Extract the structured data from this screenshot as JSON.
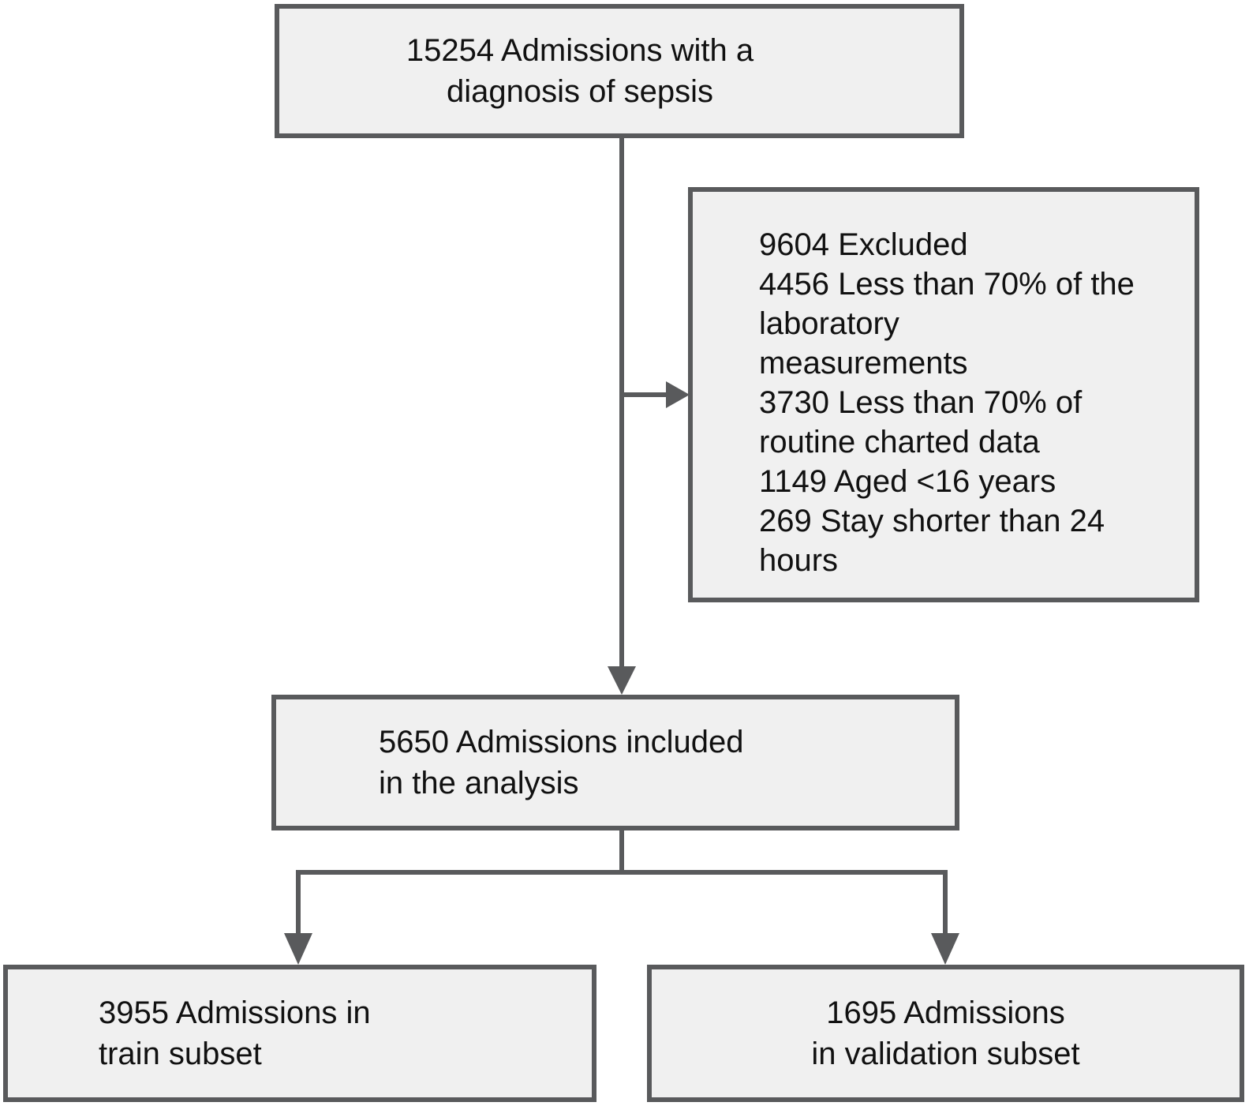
{
  "boxes": {
    "source": {
      "text": "15254 Admissions with a\ndiagnosis of sepsis"
    },
    "excluded": {
      "text": "9604 Excluded\n4456 Less than 70% of the\nlaboratory\nmeasurements\n3730 Less than 70% of\nroutine charted data\n1149 Aged <16 years\n269 Stay shorter than 24\nhours"
    },
    "included": {
      "text": "5650 Admissions included\nin the analysis"
    },
    "train": {
      "text": "3955 Admissions in\ntrain subset"
    },
    "validation": {
      "text": "1695 Admissions\nin validation subset"
    }
  },
  "colors": {
    "box_fill": "#f0f0f0",
    "box_border": "#595a5c",
    "connector": "#595a5c",
    "text": "#111111",
    "background": "#ffffff"
  }
}
